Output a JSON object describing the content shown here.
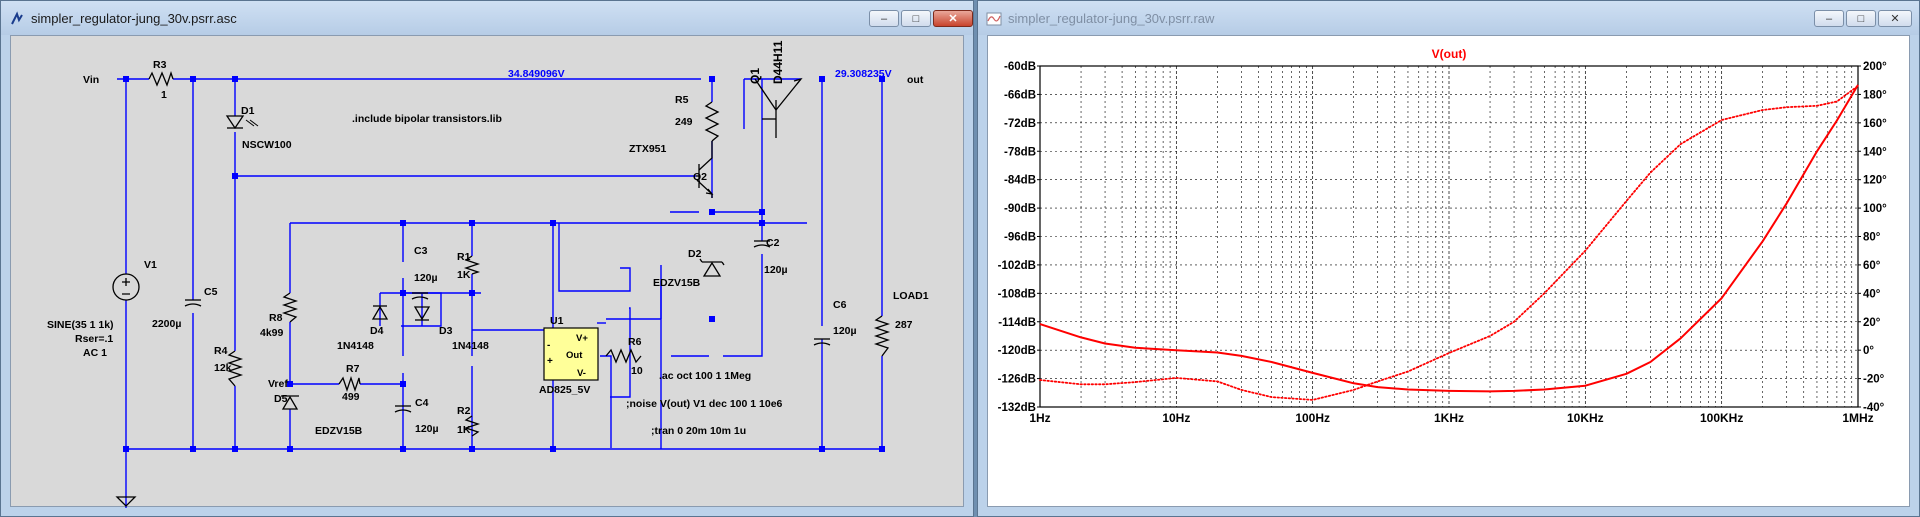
{
  "schematic_window": {
    "title": "simpler_regulator-jung_30v.psrr.asc",
    "controls": {
      "minimize": "–",
      "maximize": "□",
      "close": "✕"
    },
    "node_labels": {
      "vin": "Vin",
      "out": "out",
      "vref": "Vref",
      "v_in_node": "34.849096V",
      "v_out_node": "29.308235V"
    },
    "components": {
      "r3": {
        "ref": "R3",
        "value": "1"
      },
      "d1": {
        "ref": "D1",
        "value": "NSCW100"
      },
      "r5": {
        "ref": "R5",
        "value": "249"
      },
      "q1": {
        "ref": "Q1",
        "value": "D44H11"
      },
      "q2": {
        "ref": "Q2",
        "value": "ZTX951"
      },
      "c2": {
        "ref": "C2",
        "value": "120µ"
      },
      "d2": {
        "ref": "D2",
        "value": "EDZV15B"
      },
      "c3": {
        "ref": "C3",
        "value": "120µ"
      },
      "r1": {
        "ref": "R1",
        "value": "1K"
      },
      "u1": {
        "ref": "U1",
        "value": "AD825_5V",
        "pin_vp": "V+",
        "pin_vm": "V-",
        "pin_out": "Out",
        "pin_minus": "-",
        "pin_plus": "+"
      },
      "r6": {
        "ref": "R6",
        "value": "10"
      },
      "v1": {
        "ref": "V1",
        "value_lines": [
          "SINE(35 1 1k)",
          "Rser=.1",
          "AC 1"
        ]
      },
      "c5": {
        "ref": "C5",
        "value": "2200µ"
      },
      "r4": {
        "ref": "R4",
        "value": "12k"
      },
      "r8": {
        "ref": "R8",
        "value": "4k99"
      },
      "d4": {
        "ref": "D4",
        "value": "1N4148"
      },
      "d3": {
        "ref": "D3",
        "value": "1N4148"
      },
      "r7": {
        "ref": "R7",
        "value": "499"
      },
      "d5": {
        "ref": "D5",
        "value": "EDZV15B"
      },
      "c4": {
        "ref": "C4",
        "value": "120µ"
      },
      "r2": {
        "ref": "R2",
        "value": "1K"
      },
      "c6": {
        "ref": "C6",
        "value": "120µ"
      },
      "load1": {
        "ref": "LOAD1",
        "value": "287"
      }
    },
    "directives": {
      "include": ".include bipolar transistors.lib",
      "ac": ".ac oct 100 1 1Meg",
      "noise": ";noise V(out) V1 dec 100 1 10e6",
      "tran": ";tran 0 20m 10m 1u"
    }
  },
  "waveform_window": {
    "title": "simpler_regulator-jung_30v.psrr.raw",
    "controls": {
      "minimize": "–",
      "maximize": "□",
      "close": "✕"
    }
  },
  "chart_data": {
    "type": "line",
    "title": "V(out)",
    "xscale": "log",
    "xlim": [
      1,
      1000000
    ],
    "x_tick_labels": [
      "1Hz",
      "10Hz",
      "100Hz",
      "1KHz",
      "10KHz",
      "100KHz",
      "1MHz"
    ],
    "y_left": {
      "unit": "dB",
      "lim": [
        -132,
        -60
      ],
      "tick_labels": [
        "-60dB",
        "-66dB",
        "-72dB",
        "-78dB",
        "-84dB",
        "-90dB",
        "-96dB",
        "-102dB",
        "-108dB",
        "-114dB",
        "-120dB",
        "-126dB",
        "-132dB"
      ]
    },
    "y_right": {
      "unit": "degrees",
      "lim": [
        -40,
        200
      ],
      "tick_labels": [
        "200°",
        "180°",
        "160°",
        "140°",
        "120°",
        "100°",
        "80°",
        "60°",
        "40°",
        "20°",
        "0°",
        "-20°",
        "-40°"
      ]
    },
    "grid": true,
    "trace_color": "#ff0000",
    "series": [
      {
        "quantity": "magnitude_dB",
        "axis": "left",
        "style": "solid",
        "points": [
          [
            1,
            -114.5
          ],
          [
            2,
            -117.3
          ],
          [
            3,
            -118.6
          ],
          [
            5,
            -119.5
          ],
          [
            10,
            -120
          ],
          [
            20,
            -120.5
          ],
          [
            30,
            -121.2
          ],
          [
            50,
            -122.5
          ],
          [
            100,
            -124.8
          ],
          [
            200,
            -127
          ],
          [
            300,
            -127.8
          ],
          [
            500,
            -128.3
          ],
          [
            1000,
            -128.6
          ],
          [
            2000,
            -128.7
          ],
          [
            3000,
            -128.6
          ],
          [
            5000,
            -128.3
          ],
          [
            10000,
            -127.5
          ],
          [
            20000,
            -125
          ],
          [
            30000,
            -122.5
          ],
          [
            50000,
            -117.5
          ],
          [
            100000,
            -109
          ],
          [
            200000,
            -97
          ],
          [
            300000,
            -89
          ],
          [
            500000,
            -78
          ],
          [
            700000,
            -71.5
          ],
          [
            1000000,
            -64
          ]
        ]
      },
      {
        "quantity": "phase_deg",
        "axis": "right",
        "style": "dotted",
        "points": [
          [
            1,
            -21
          ],
          [
            2,
            -24
          ],
          [
            3,
            -24
          ],
          [
            5,
            -22.5
          ],
          [
            10,
            -19.5
          ],
          [
            20,
            -22
          ],
          [
            30,
            -28
          ],
          [
            50,
            -33
          ],
          [
            100,
            -35
          ],
          [
            200,
            -28
          ],
          [
            300,
            -22
          ],
          [
            500,
            -15
          ],
          [
            1000,
            -2
          ],
          [
            2000,
            10
          ],
          [
            3000,
            20
          ],
          [
            5000,
            40
          ],
          [
            10000,
            70
          ],
          [
            20000,
            105
          ],
          [
            30000,
            125
          ],
          [
            50000,
            145
          ],
          [
            100000,
            162
          ],
          [
            200000,
            169
          ],
          [
            300000,
            171
          ],
          [
            500000,
            172
          ],
          [
            700000,
            175
          ],
          [
            1000000,
            186
          ]
        ]
      }
    ]
  }
}
